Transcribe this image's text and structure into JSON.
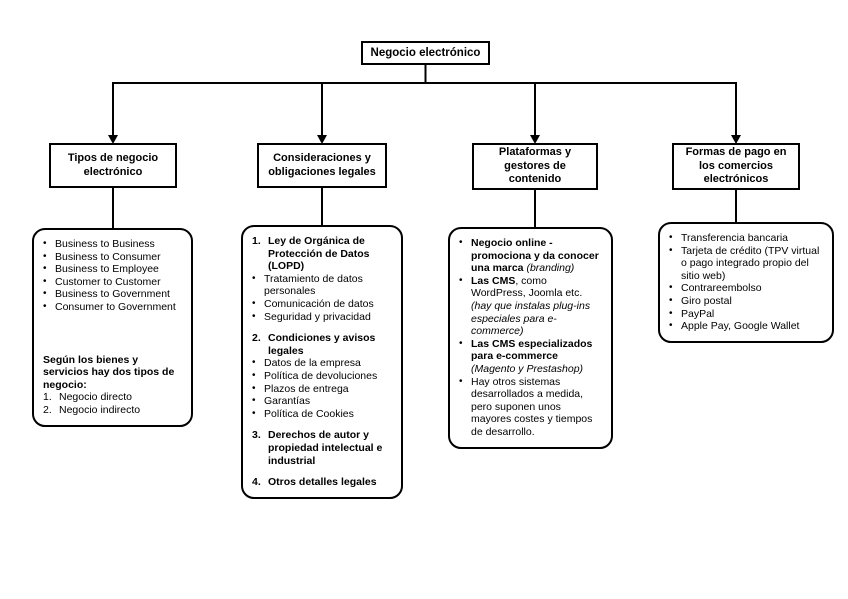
{
  "root": {
    "label": "Negocio electrónico"
  },
  "branches": [
    {
      "title": "Tipos de negocio\nelectrónico",
      "blocks": [
        {
          "items": [
            {
              "m": "•",
              "s": [
                {
                  "t": "Business to Business"
                }
              ]
            },
            {
              "m": "•",
              "s": [
                {
                  "t": "Business to Consumer"
                }
              ]
            },
            {
              "m": "•",
              "s": [
                {
                  "t": "Business to Employee"
                }
              ]
            },
            {
              "m": "•",
              "s": [
                {
                  "t": "Customer to Customer"
                }
              ]
            },
            {
              "m": "•",
              "s": [
                {
                  "t": "Business to Government"
                }
              ]
            },
            {
              "m": "•",
              "s": [
                {
                  "t": "Consumer to Government"
                }
              ]
            }
          ]
        },
        {
          "items": [
            {
              "m": "",
              "s": [
                {
                  "t": "Según los bienes y servicios hay dos tipos de negocio:",
                  "b": true
                }
              ]
            },
            {
              "m": "1.",
              "s": [
                {
                  "t": "Negocio directo"
                }
              ]
            },
            {
              "m": "2.",
              "s": [
                {
                  "t": "Negocio indirecto"
                }
              ]
            }
          ]
        }
      ]
    },
    {
      "title": "Consideraciones y\nobligaciones legales",
      "blocks": [
        {
          "items": [
            {
              "m": "1.",
              "mb": true,
              "s": [
                {
                  "t": "Ley de Orgánica de Protección de Datos (LOPD)",
                  "b": true
                }
              ]
            },
            {
              "m": "•",
              "s": [
                {
                  "t": "Tratamiento de datos personales"
                }
              ]
            },
            {
              "m": "•",
              "s": [
                {
                  "t": "Comunicación de datos"
                }
              ]
            },
            {
              "m": "•",
              "s": [
                {
                  "t": "Seguridad y privacidad"
                }
              ]
            }
          ]
        },
        {
          "items": [
            {
              "m": "2.",
              "mb": true,
              "s": [
                {
                  "t": "Condiciones y avisos legales",
                  "b": true
                }
              ]
            },
            {
              "m": "•",
              "s": [
                {
                  "t": "Datos de la empresa"
                }
              ]
            },
            {
              "m": "•",
              "s": [
                {
                  "t": "Política de devoluciones"
                }
              ]
            },
            {
              "m": "•",
              "s": [
                {
                  "t": "Plazos de entrega"
                }
              ]
            },
            {
              "m": "•",
              "s": [
                {
                  "t": "Garantías"
                }
              ]
            },
            {
              "m": "•",
              "s": [
                {
                  "t": "Política de Cookies"
                }
              ]
            }
          ]
        },
        {
          "items": [
            {
              "m": "3.",
              "mb": true,
              "s": [
                {
                  "t": "Derechos de autor y propiedad intelectual e industrial",
                  "b": true
                }
              ]
            }
          ]
        },
        {
          "items": [
            {
              "m": "4.",
              "mb": true,
              "s": [
                {
                  "t": "Otros detalles legales",
                  "b": true
                }
              ]
            }
          ]
        }
      ]
    },
    {
      "title": "Plataformas y\ngestores de\ncontenido",
      "blocks": [
        {
          "items": [
            {
              "m": "•",
              "s": [
                {
                  "t": "Negocio online - promociona y da conocer una marca",
                  "b": true
                },
                {
                  "t": " (branding)",
                  "i": true
                }
              ]
            },
            {
              "m": "•",
              "s": [
                {
                  "t": "Las CMS",
                  "b": true
                },
                {
                  "t": ", como WordPress, Joomla etc. "
                },
                {
                  "t": "(hay que instalas plug-ins especiales para e-commerce)",
                  "i": true
                }
              ]
            },
            {
              "m": "•",
              "s": [
                {
                  "t": "Las CMS especializados para e-commerce",
                  "b": true
                },
                {
                  "t": " (Magento y Prestashop)",
                  "i": true
                }
              ]
            },
            {
              "m": "•",
              "s": [
                {
                  "t": "Hay otros sistemas desarrollados a medida, pero suponen unos mayores costes y tiempos de desarrollo."
                }
              ]
            }
          ]
        }
      ]
    },
    {
      "title": "Formas de pago en\nlos comercios\nelectrónicos",
      "blocks": [
        {
          "items": [
            {
              "m": "•",
              "s": [
                {
                  "t": "Transferencia bancaria"
                }
              ]
            },
            {
              "m": "•",
              "s": [
                {
                  "t": "Tarjeta de crédito (TPV virtual o pago integrado propio del sitio web)"
                }
              ]
            },
            {
              "m": "•",
              "s": [
                {
                  "t": "Contrareembolso"
                }
              ]
            },
            {
              "m": "•",
              "s": [
                {
                  "t": "Giro postal"
                }
              ]
            },
            {
              "m": "•",
              "s": [
                {
                  "t": "PayPal"
                }
              ]
            },
            {
              "m": "•",
              "s": [
                {
                  "t": "Apple Pay, Google Wallet"
                }
              ]
            }
          ]
        }
      ]
    }
  ],
  "colors": {
    "line": "#000000",
    "background": "#ffffff",
    "text": "#000000"
  }
}
